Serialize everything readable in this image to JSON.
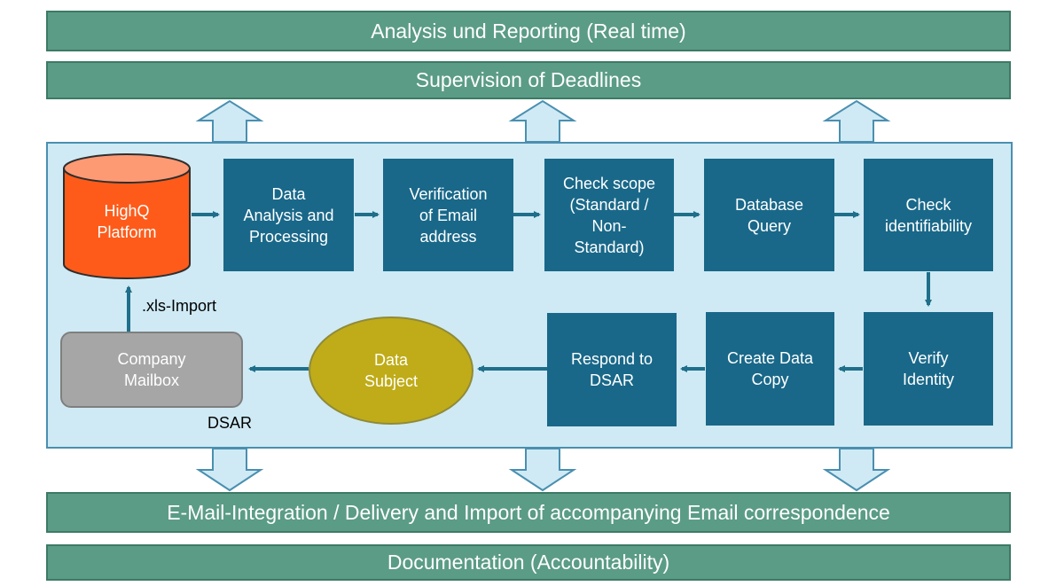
{
  "banners": {
    "top1": "Analysis und Reporting (Real time)",
    "top2": "Supervision of Deadlines",
    "bottom1": "E-Mail-Integration / Delivery and Import of accompanying Email correspondence",
    "bottom2": "Documentation (Accountability)"
  },
  "nodes": {
    "highq": "HighQ\nPlatform",
    "data_analysis": "Data\nAnalysis and\nProcessing",
    "verification": "Verification\nof Email\naddress",
    "check_scope": "Check scope\n(Standard /\nNon-\nStandard)",
    "database_query": "Database\nQuery",
    "check_identifiability": "Check\nidentifiability",
    "verify_identity": "Verify\nIdentity",
    "create_copy": "Create Data\nCopy",
    "respond": "Respond to\nDSAR",
    "data_subject": "Data\nSubject",
    "mailbox": "Company\nMailbox"
  },
  "labels": {
    "xls_import": ".xls-Import",
    "dsar": "DSAR"
  },
  "colors": {
    "banner": "#5b9c86",
    "step": "#196889",
    "panel": "#cfeaf4",
    "cylinder": "#fe5b1a",
    "ellipse": "#bfac18",
    "mailbox": "#a6a6a6"
  }
}
